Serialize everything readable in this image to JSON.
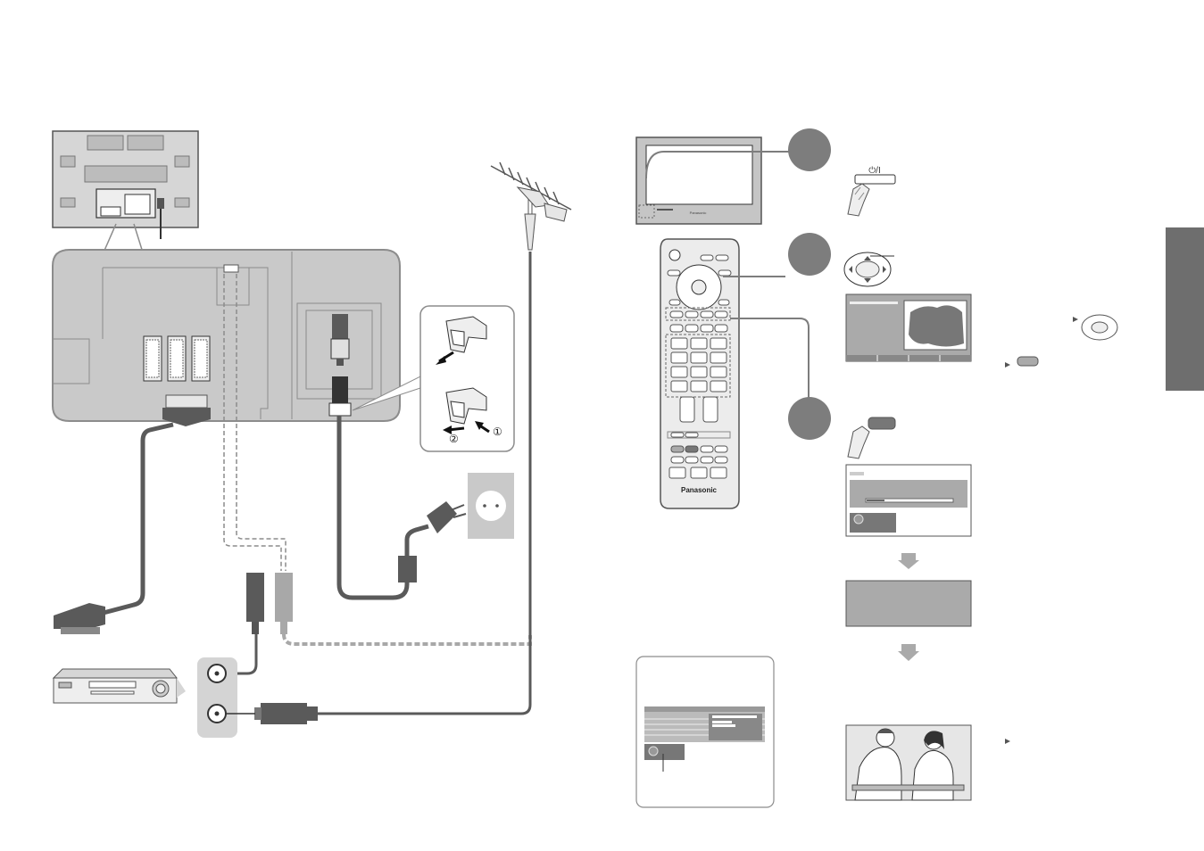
{
  "colors": {
    "cable_dark": "#5a5a5a",
    "cable_light": "#a8a8a8",
    "panel_fill": "#c9c9c9",
    "panel_stroke": "#8c8c8c",
    "step_circle": "#7d7d7d",
    "side_tab": "#6e6e6e",
    "screen_fill": "#a9a9a9"
  },
  "connection_diagram": {
    "callout_numbers": [
      "①",
      "②"
    ]
  },
  "remote": {
    "brand": "Panasonic"
  },
  "tv_front": {
    "brand": "Panasonic"
  },
  "power_key": {
    "symbol": "⏻/I"
  },
  "icons": [
    "tv-rear-panel-icon",
    "scart-socket-icon",
    "power-cord-icon",
    "cable-clamp-icon",
    "wall-outlet-icon",
    "antenna-icon",
    "vcr-icon",
    "rf-cable-icon",
    "tv-front-icon",
    "remote-control-icon",
    "hand-press-icon",
    "cursor-pad-icon",
    "arrow-down-icon",
    "news-anchors-image",
    "side-tab"
  ]
}
